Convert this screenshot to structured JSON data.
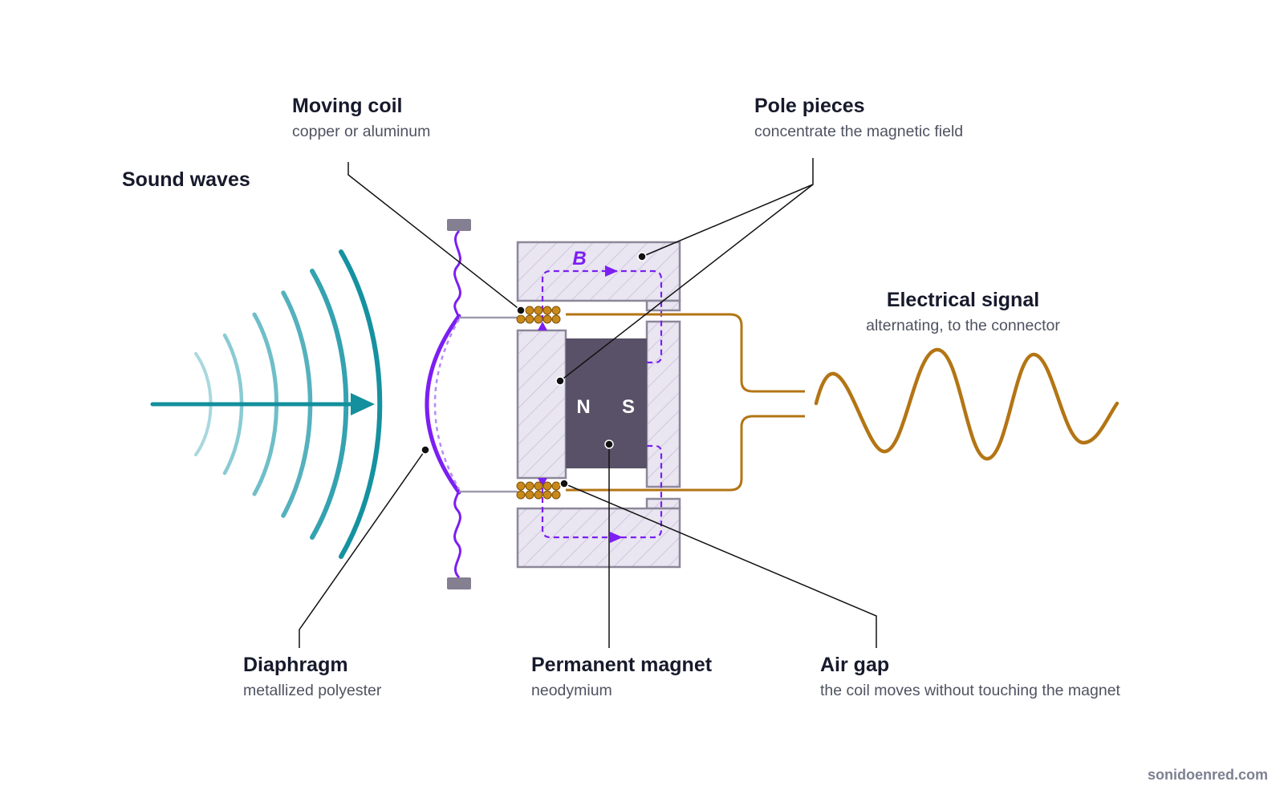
{
  "labels": {
    "sound_waves": {
      "title": "Sound waves"
    },
    "moving_coil": {
      "title": "Moving coil",
      "subtitle": "copper or aluminum"
    },
    "pole_pieces": {
      "title": "Pole pieces",
      "subtitle": "concentrate the magnetic field"
    },
    "electrical_signal": {
      "title": "Electrical signal",
      "subtitle": "alternating, to the connector"
    },
    "diaphragm": {
      "title": "Diaphragm",
      "subtitle": "metallized polyester"
    },
    "permanent_magnet": {
      "title": "Permanent magnet",
      "subtitle": "neodymium"
    },
    "air_gap": {
      "title": "Air gap",
      "subtitle": "the coil moves without touching the magnet"
    }
  },
  "magnet": {
    "north": "N",
    "south": "S"
  },
  "field_symbol": "B",
  "credit": "sonidoenred.com",
  "colors": {
    "sound_wave": "#138f9d",
    "diaphragm": "#7b1ff2",
    "field_lines": "#7b1ff2",
    "coil": "#b87a14",
    "signal_wire": "#b37514",
    "magnet": "#585167",
    "pole_piece_fill": "#e9e5f1",
    "pole_piece_stroke": "#8c8799",
    "leader_line": "#111111"
  },
  "icons": [
    "arrow-right-icon",
    "field-direction-arrow-icon"
  ]
}
